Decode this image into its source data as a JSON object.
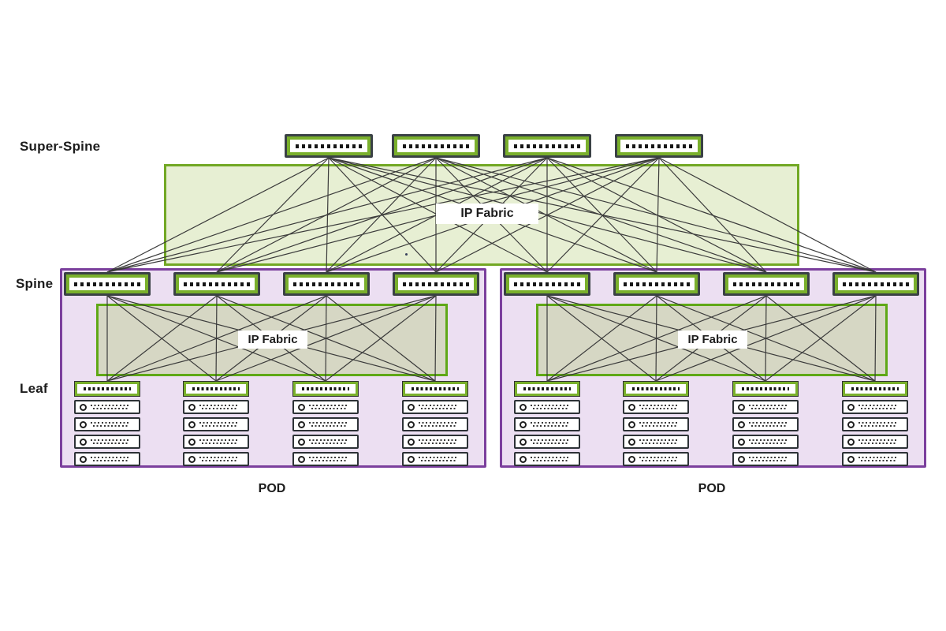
{
  "diagram": {
    "row_labels": {
      "super_spine": "Super-Spine",
      "spine": "Spine",
      "leaf": "Leaf"
    },
    "fabric_label": "IP Fabric",
    "pod_label": "POD",
    "counts": {
      "super_spine_switches": 4,
      "pods": 2,
      "spine_switches_per_pod": 4,
      "leaf_switches_per_pod": 4,
      "servers_per_leaf": 4
    },
    "colors": {
      "switch_green": "#7ab02c",
      "switch_dark_border": "#3a4145",
      "super_fabric_fill": "#e7efd3",
      "super_fabric_border": "#72a824",
      "pod_fill": "#ecdff2",
      "pod_border": "#7b3f9d",
      "pod_fabric_fill": "#d6d7c4",
      "pod_fabric_border": "#5fa816",
      "link_line": "#3b3b3b",
      "label_bg": "#ffffff",
      "text": "#1c1c1c"
    }
  }
}
